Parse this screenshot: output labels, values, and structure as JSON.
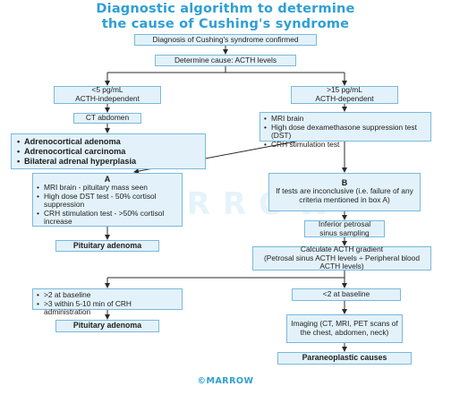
{
  "title_line1": "Diagnostic algorithm to determine",
  "title_line2": "the cause of Cushing's syndrome",
  "watermark": "MARROW",
  "logo": "©MARROW",
  "colors": {
    "title": "#2e9fd4",
    "box_border": "#7ab9da",
    "box_fill": "#e3f2fa",
    "arrow": "#2b2b2b",
    "logo": "#2e9fd4"
  },
  "nodes": {
    "confirmed": "Diagnosis of Cushing's syndrome confirmed",
    "determine": "Determine cause: ACTH levels",
    "low_line1": "<5 pg/mL",
    "low_line2": "ACTH-independent",
    "high_line1": ">15 pg/mL",
    "high_line2": "ACTH-dependent",
    "ct_abdomen": "CT abdomen",
    "adrenal_items": [
      "Adrenocortical adenoma",
      "Adrenocortical carcinoma",
      "Bilateral adrenal hyperplasia"
    ],
    "workup_items": [
      "MRI brain",
      "High dose dexamethasone suppression test (DST)",
      "CRH stimulation test"
    ],
    "label_a": "A",
    "label_b": "B",
    "box_a_items": [
      "MRI brain - pituitary mass seen",
      "High dose DST test - 50% cortisol suppression",
      "CRH stimulation test - >50% cortisol increase"
    ],
    "pituitary_1": "Pituitary adenoma",
    "inconclusive": "If tests are inconclusive (i.e. failure of any criteria mentioned in box A)",
    "ipss": "Inferior petrosal sinus sampling",
    "gradient_line1": "Calculate ACTH gradient",
    "gradient_line2": "(Petrosal sinus ACTH levels ÷ Peripheral blood ACTH levels)",
    "gradient_high_items": [
      ">2 at baseline",
      ">3 within 5-10 min of CRH administration"
    ],
    "gradient_low": "<2 at baseline",
    "pituitary_2": "Pituitary adenoma",
    "imaging": "Imaging (CT, MRI, PET scans of the chest, abdomen, neck)",
    "paraneoplastic": "Paraneoplastic causes"
  }
}
